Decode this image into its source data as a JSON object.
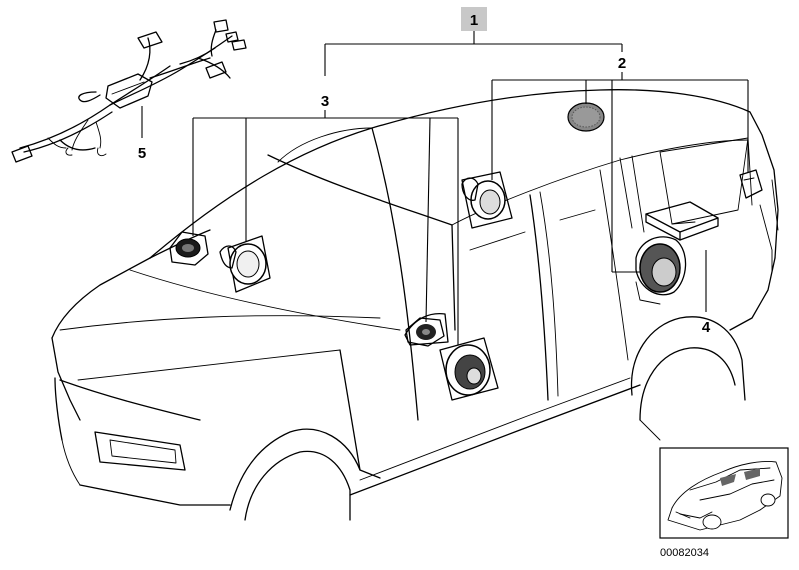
{
  "diagram": {
    "callouts": [
      {
        "id": "1",
        "label": "1"
      },
      {
        "id": "2",
        "label": "2"
      },
      {
        "id": "3",
        "label": "3"
      },
      {
        "id": "4",
        "label": "4"
      },
      {
        "id": "5",
        "label": "5"
      }
    ],
    "reference_number": "00082034",
    "colors": {
      "line": "#000000",
      "background": "#ffffff",
      "callout_box": "#c8c8c8"
    },
    "icons": [
      "car-outline",
      "speaker",
      "tweeter",
      "amplifier",
      "wiring-harness",
      "speaker-grille",
      "thumbnail-car"
    ]
  }
}
